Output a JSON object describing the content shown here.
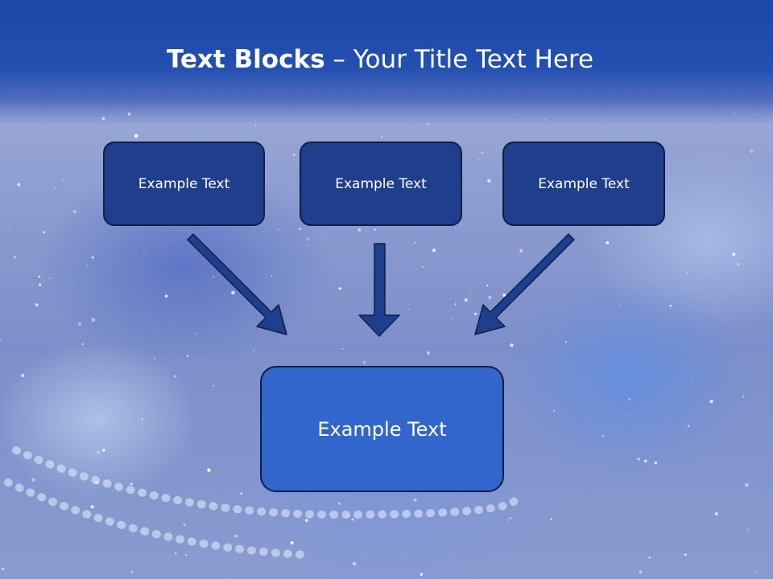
{
  "slide": {
    "title_bold": "Text Blocks",
    "title_rest": " – Your Title Text Here",
    "boxes": [
      {
        "label": "Example Text"
      },
      {
        "label": "Example Text"
      },
      {
        "label": "Example Text"
      }
    ],
    "main_box": {
      "label": "Example Text"
    }
  },
  "colors": {
    "header": "#2450b2",
    "box_fill": "#1f3f8c",
    "main_box_fill": "#3366cc",
    "arrow": "#1f3f8c"
  },
  "icons": [
    "arrow-down-right-icon",
    "arrow-down-icon",
    "arrow-down-left-icon"
  ]
}
